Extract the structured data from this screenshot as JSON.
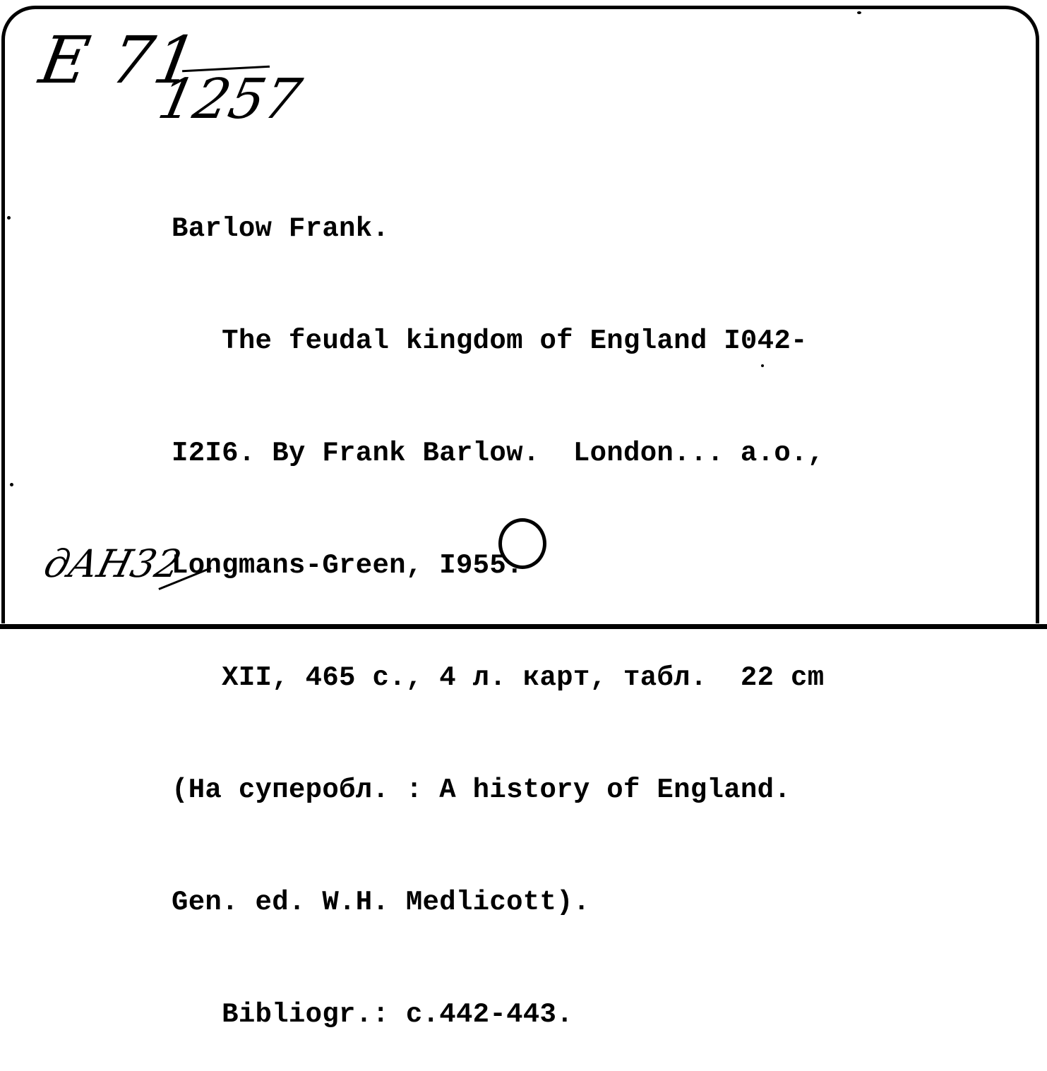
{
  "card": {
    "shelfmark": "E 71",
    "shelfmark_number": "1257",
    "inventory_mark": "дАН32",
    "entry_lines": [
      "Barlow Frank.",
      "   The feudal kingdom of England I042-",
      "I2I6. By Frank Barlow.  London... a.o.,",
      "Longmans-Green, I955.",
      "   XII, 465 c., 4 л. карт, табл.  22 cm",
      "(На суперобл. : A history of England.",
      "Gen. ed. W.H. Medlicott).",
      "   Bibliogr.: c.442-443."
    ]
  }
}
